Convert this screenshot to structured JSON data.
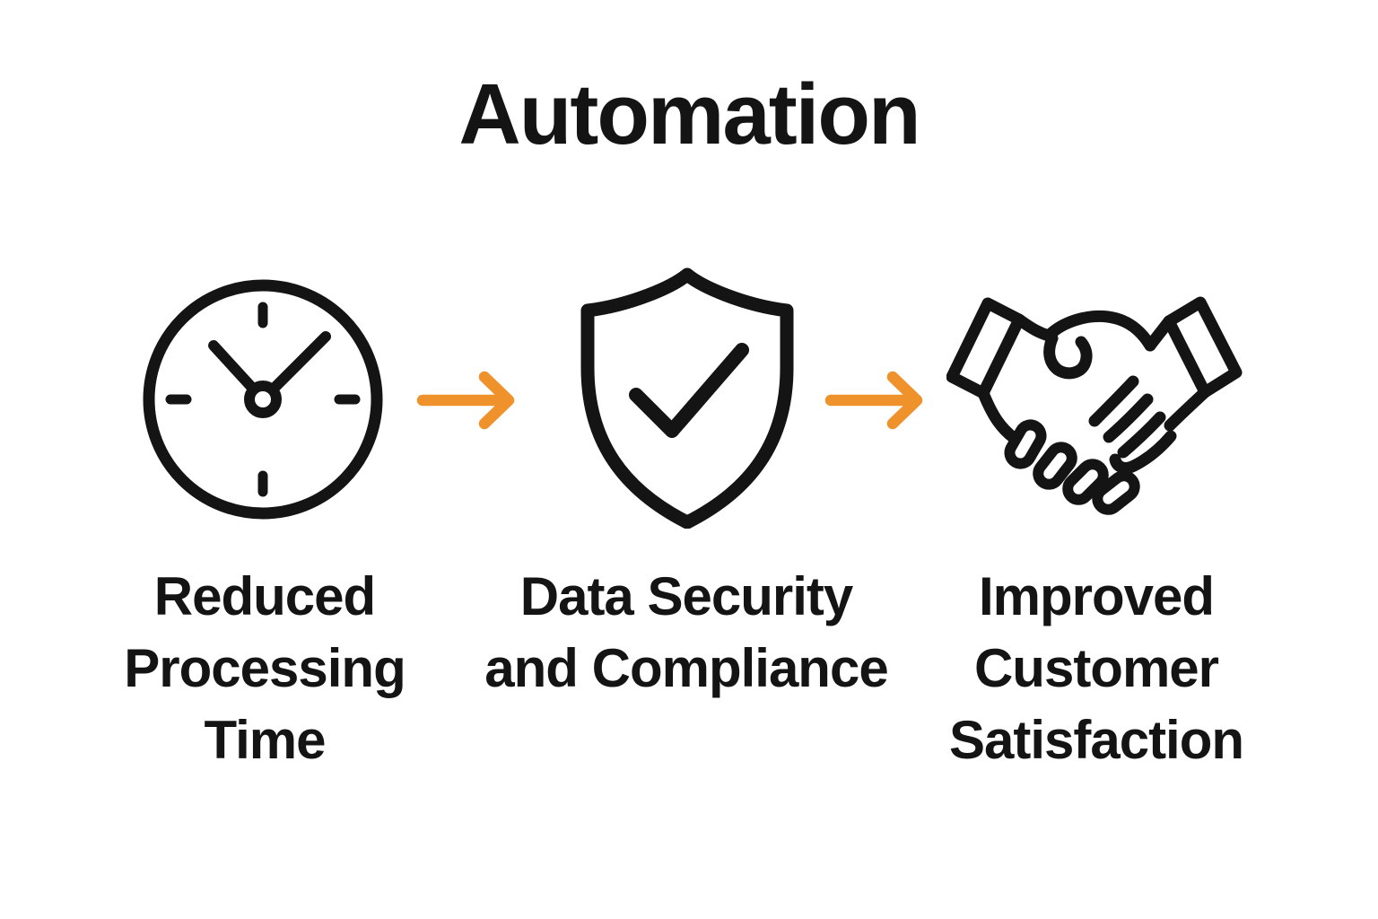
{
  "title": "Automation",
  "steps": [
    {
      "id": "reduced-processing-time",
      "icon": "clock",
      "label": "Reduced\nProcessing\nTime"
    },
    {
      "id": "data-security-and-compliance",
      "icon": "shield-check",
      "label": "Data Security\nand Compliance"
    },
    {
      "id": "improved-customer-satisfaction",
      "icon": "handshake",
      "label": "Improved\nCustomer\nSatisfaction"
    }
  ],
  "connectors": [
    {
      "type": "arrow-right"
    },
    {
      "type": "arrow-right"
    }
  ],
  "colors": {
    "background": "#FFFFFF",
    "icon_stroke": "#141414",
    "text": "#141414",
    "arrow": "#F0922B"
  }
}
